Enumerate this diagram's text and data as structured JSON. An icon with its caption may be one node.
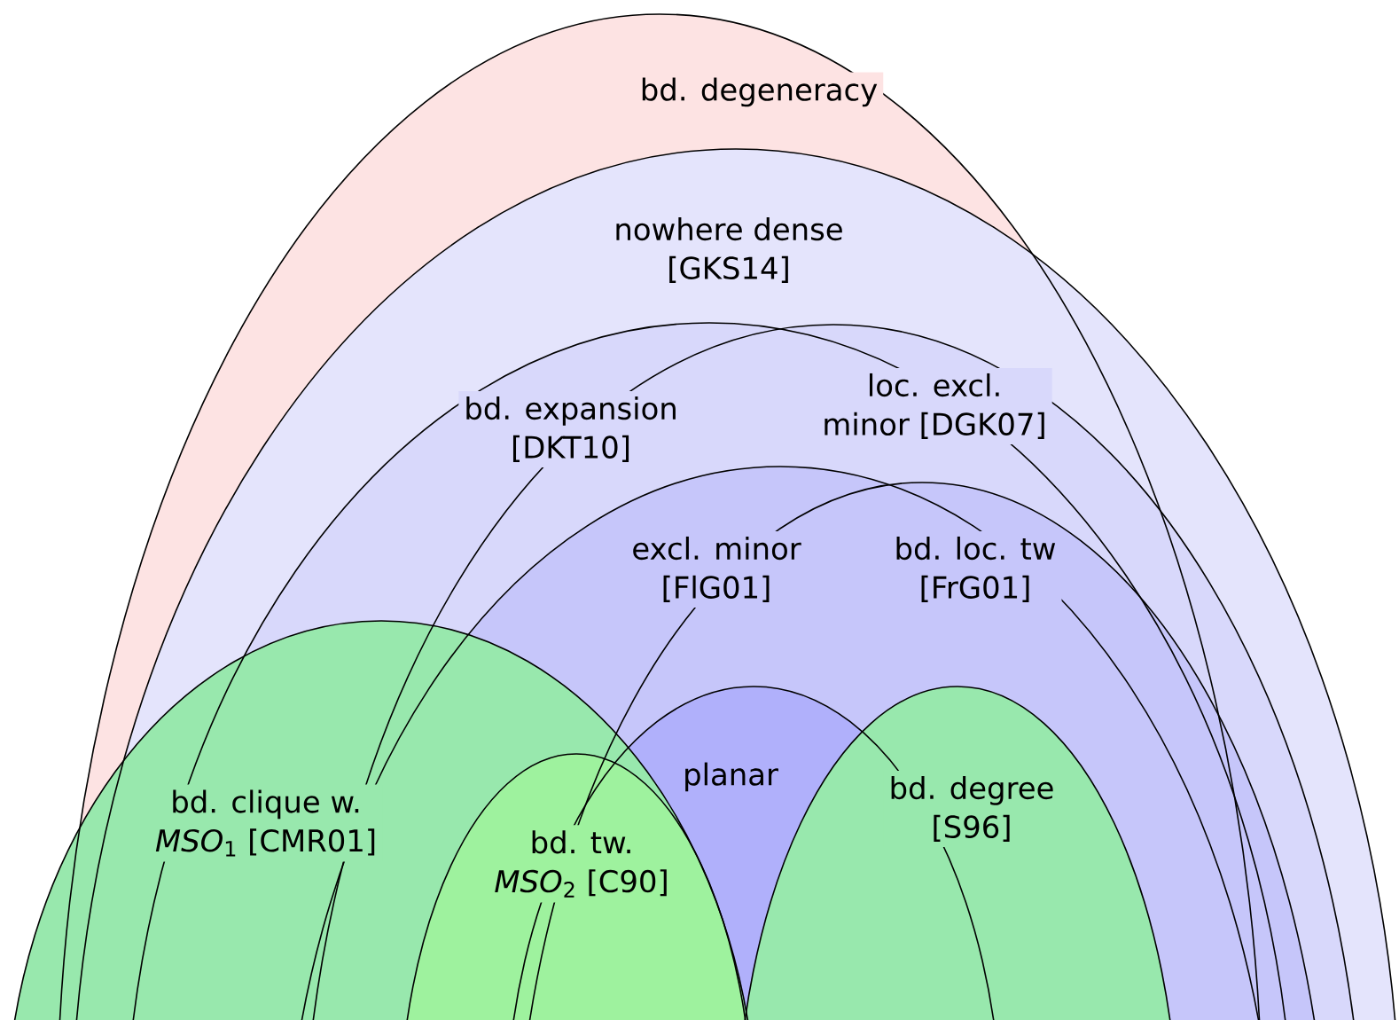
{
  "diagram": {
    "nodes": [
      {
        "text": [
          "bd. degeneracy"
        ]
      },
      {
        "text": [
          "nowhere dense",
          "[GKS14]"
        ]
      },
      {
        "text": [
          "bd. expansion",
          "[DKT10]"
        ]
      },
      {
        "text": [
          "loc. excl.",
          "minor [DGK07]"
        ]
      },
      {
        "text": [
          "excl. minor",
          "[FlG01]"
        ]
      },
      {
        "text": [
          "bd. loc. tw",
          "[FrG01]"
        ]
      },
      {
        "text": [
          "planar"
        ]
      },
      {
        "text": [
          "bd. clique w.",
          "*MSO*$_{1}$ [CMR01]"
        ]
      },
      {
        "text": [
          "bd. tw.",
          "*MSO*$_{2}$ [C90]"
        ]
      },
      {
        "text": [
          "bd. degree",
          "[S96]"
        ]
      }
    ]
  }
}
